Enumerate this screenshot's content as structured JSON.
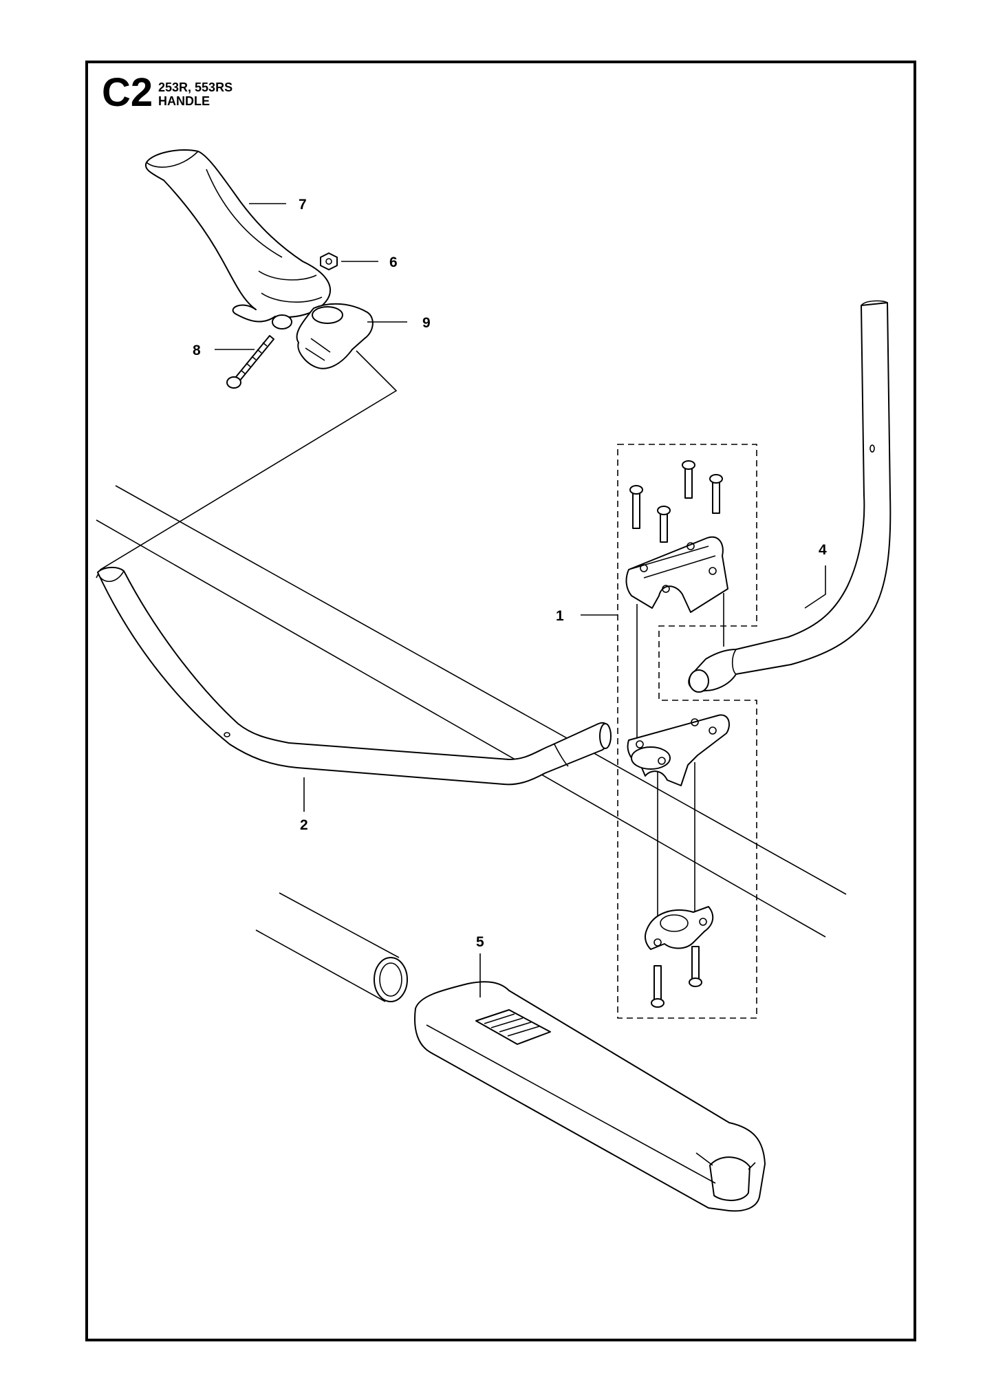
{
  "header": {
    "section_code": "C2",
    "models": "253R, 553RS",
    "title": "HANDLE"
  },
  "callouts": [
    {
      "id": "7",
      "label": "7"
    },
    {
      "id": "6",
      "label": "6"
    },
    {
      "id": "9",
      "label": "9"
    },
    {
      "id": "8",
      "label": "8"
    },
    {
      "id": "4",
      "label": "4"
    },
    {
      "id": "1",
      "label": "1"
    },
    {
      "id": "2",
      "label": "2"
    },
    {
      "id": "5",
      "label": "5"
    }
  ]
}
